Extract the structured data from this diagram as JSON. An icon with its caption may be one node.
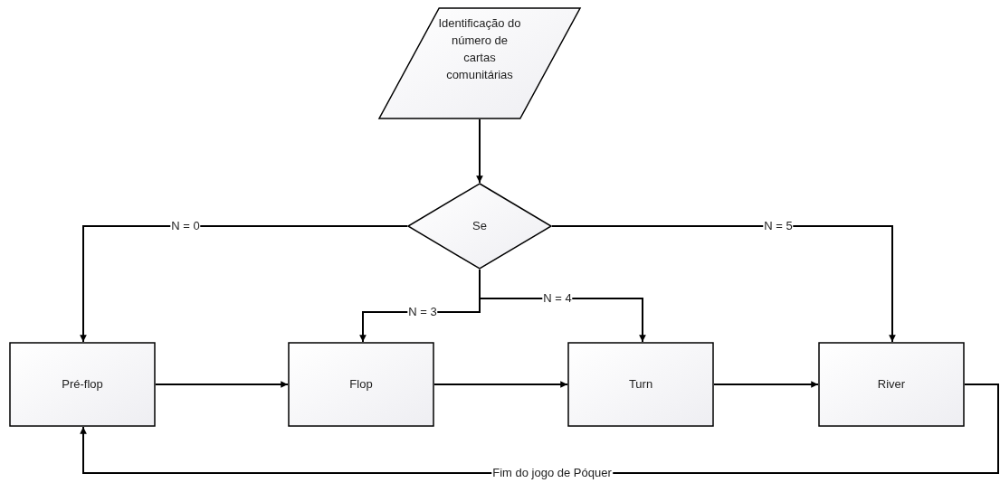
{
  "diagram": {
    "nodes": [
      {
        "text": [
          "Identificação do número de cartas comunitárias"
        ]
      },
      {
        "text": [
          "Se"
        ]
      },
      {
        "text": [
          "Pré-flop"
        ]
      },
      {
        "text": [
          "Flop"
        ]
      },
      {
        "text": [
          "Turn"
        ]
      },
      {
        "text": [
          "River"
        ]
      }
    ],
    "edges": [
      {
        "from": 0,
        "to": 1,
        "arrow": "to"
      },
      {
        "from": 1,
        "to": 2,
        "arrow": "to",
        "label": "N = 0"
      },
      {
        "from": 1,
        "to": 3,
        "arrow": "to",
        "label": "N = 3"
      },
      {
        "from": 1,
        "to": 4,
        "arrow": "to",
        "label": "N = 4"
      },
      {
        "from": 1,
        "to": 5,
        "arrow": "to",
        "label": "N = 5"
      },
      {
        "from": 2,
        "to": 3,
        "arrow": "to"
      },
      {
        "from": 3,
        "to": 4,
        "arrow": "to"
      },
      {
        "from": 4,
        "to": 5,
        "arrow": "to"
      },
      {
        "from": 5,
        "to": 2,
        "arrow": "to",
        "label": "Fim do jogo de Póquer"
      }
    ]
  }
}
